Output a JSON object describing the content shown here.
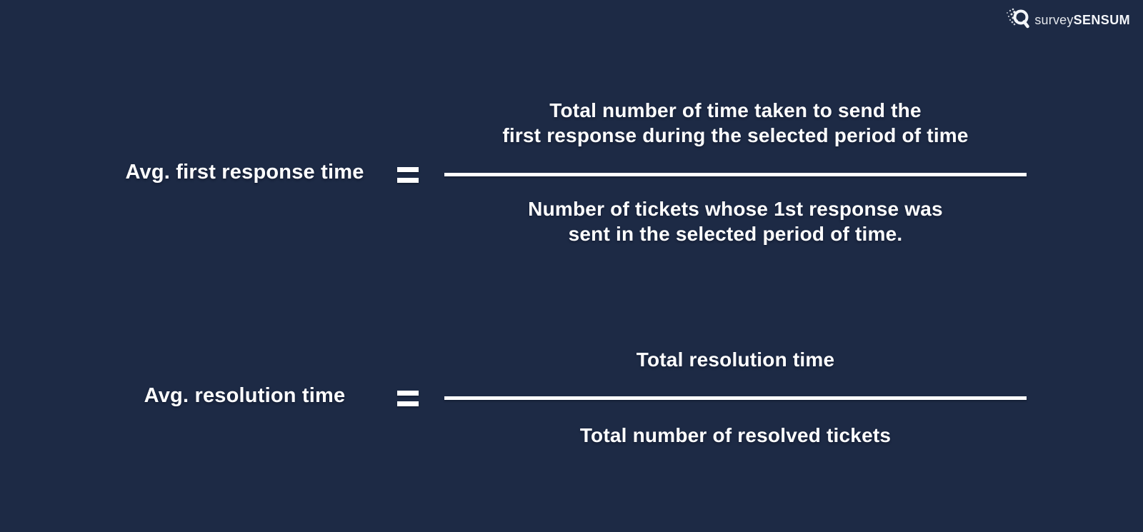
{
  "canvas": {
    "background_color": "#1d2a45",
    "text_color": "#ffffff"
  },
  "logo": {
    "icon": "magnifier-q-icon",
    "brand_light": "survey",
    "brand_bold": "SENSUM"
  },
  "formulas": [
    {
      "label": "Avg. first response time",
      "equals_symbol": "=",
      "numerator_line1": "Total number of time taken to send the",
      "numerator_line2": "first response during the selected period of time",
      "denominator_line1": "Number of tickets whose 1st response was",
      "denominator_line2": "sent in the selected period of time."
    },
    {
      "label": "Avg. resolution time",
      "equals_symbol": "=",
      "numerator_line1": "Total resolution time",
      "denominator_line1": "Total number of resolved tickets"
    }
  ]
}
